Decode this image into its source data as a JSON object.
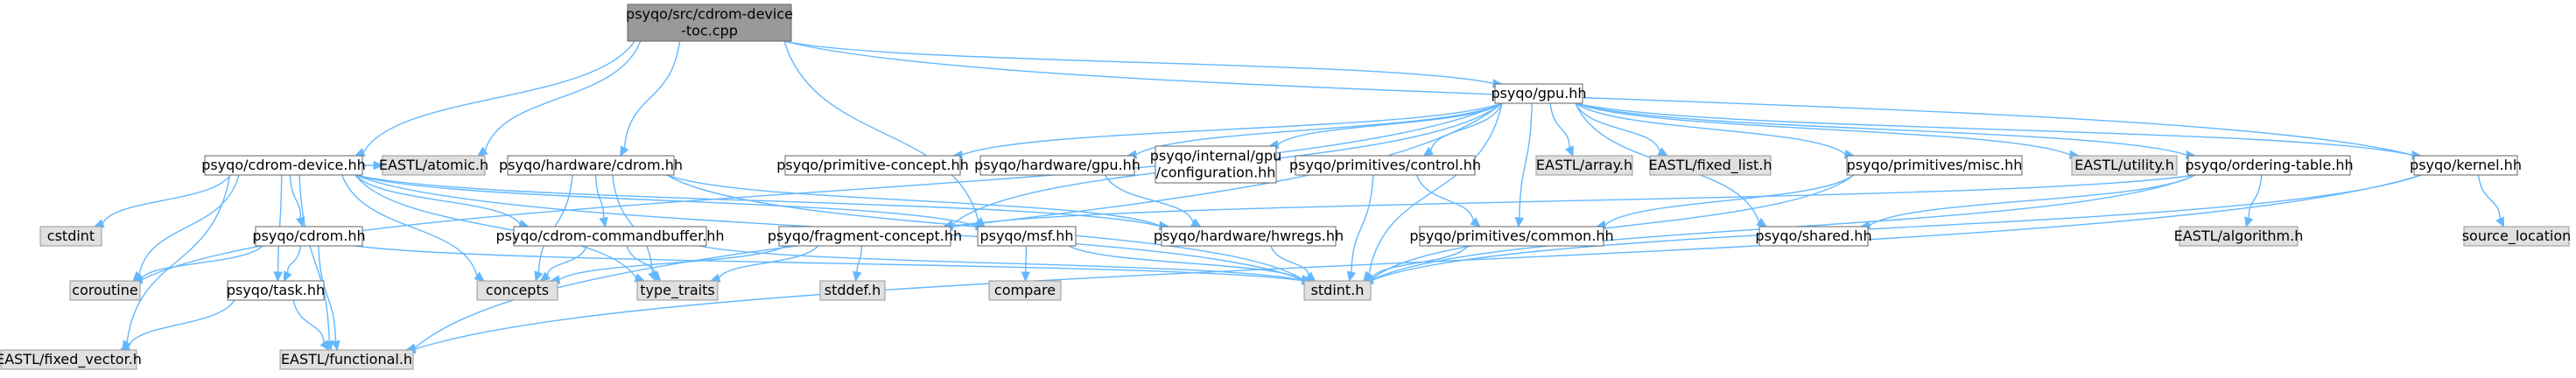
{
  "nodes": [
    {
      "id": "root",
      "lines": [
        "psyqo/src/cdrom-device",
        "-toc.cpp"
      ],
      "kind": "root"
    },
    {
      "id": "cdromdevice",
      "lines": [
        "psyqo/cdrom-device.hh"
      ],
      "kind": "doc"
    },
    {
      "id": "atomic",
      "lines": [
        "EASTL/atomic.h"
      ],
      "kind": "sys"
    },
    {
      "id": "hwcdrom",
      "lines": [
        "psyqo/hardware/cdrom.hh"
      ],
      "kind": "doc"
    },
    {
      "id": "gpu",
      "lines": [
        "psyqo/gpu.hh"
      ],
      "kind": "doc"
    },
    {
      "id": "kernel",
      "lines": [
        "psyqo/kernel.hh"
      ],
      "kind": "doc"
    },
    {
      "id": "primconcept",
      "lines": [
        "psyqo/primitive-concept.hh"
      ],
      "kind": "doc"
    },
    {
      "id": "hwgpu",
      "lines": [
        "psyqo/hardware/gpu.hh"
      ],
      "kind": "doc"
    },
    {
      "id": "internalgpu",
      "lines": [
        "psyqo/internal/gpu",
        "/configuration.hh"
      ],
      "kind": "doc"
    },
    {
      "id": "control",
      "lines": [
        "psyqo/primitives/control.hh"
      ],
      "kind": "doc"
    },
    {
      "id": "array",
      "lines": [
        "EASTL/array.h"
      ],
      "kind": "sys"
    },
    {
      "id": "fixedlist",
      "lines": [
        "EASTL/fixed_list.h"
      ],
      "kind": "sys"
    },
    {
      "id": "misc",
      "lines": [
        "psyqo/primitives/misc.hh"
      ],
      "kind": "doc"
    },
    {
      "id": "utility",
      "lines": [
        "EASTL/utility.h"
      ],
      "kind": "sys"
    },
    {
      "id": "ordering",
      "lines": [
        "psyqo/ordering-table.hh"
      ],
      "kind": "doc"
    },
    {
      "id": "cstdint",
      "lines": [
        "cstdint"
      ],
      "kind": "sys"
    },
    {
      "id": "cdrom",
      "lines": [
        "psyqo/cdrom.hh"
      ],
      "kind": "doc"
    },
    {
      "id": "cmdbuf",
      "lines": [
        "psyqo/cdrom-commandbuffer.hh"
      ],
      "kind": "doc"
    },
    {
      "id": "fragconcept",
      "lines": [
        "psyqo/fragment-concept.hh"
      ],
      "kind": "doc"
    },
    {
      "id": "msf",
      "lines": [
        "psyqo/msf.hh"
      ],
      "kind": "doc"
    },
    {
      "id": "hwregs",
      "lines": [
        "psyqo/hardware/hwregs.hh"
      ],
      "kind": "doc"
    },
    {
      "id": "common",
      "lines": [
        "psyqo/primitives/common.hh"
      ],
      "kind": "doc"
    },
    {
      "id": "shared",
      "lines": [
        "psyqo/shared.hh"
      ],
      "kind": "doc"
    },
    {
      "id": "algorithm",
      "lines": [
        "EASTL/algorithm.h"
      ],
      "kind": "sys"
    },
    {
      "id": "srcloc",
      "lines": [
        "source_location"
      ],
      "kind": "sys"
    },
    {
      "id": "coroutine",
      "lines": [
        "coroutine"
      ],
      "kind": "sys"
    },
    {
      "id": "task",
      "lines": [
        "psyqo/task.hh"
      ],
      "kind": "doc"
    },
    {
      "id": "concepts",
      "lines": [
        "concepts"
      ],
      "kind": "sys"
    },
    {
      "id": "typetraits",
      "lines": [
        "type_traits"
      ],
      "kind": "sys"
    },
    {
      "id": "stddef",
      "lines": [
        "stddef.h"
      ],
      "kind": "sys"
    },
    {
      "id": "compare",
      "lines": [
        "compare"
      ],
      "kind": "sys"
    },
    {
      "id": "stdint",
      "lines": [
        "stdint.h"
      ],
      "kind": "sys"
    },
    {
      "id": "fixedvector",
      "lines": [
        "EASTL/fixed_vector.h"
      ],
      "kind": "sys"
    },
    {
      "id": "functional",
      "lines": [
        "EASTL/functional.h"
      ],
      "kind": "sys"
    }
  ],
  "edges": [
    [
      "root",
      "cdromdevice"
    ],
    [
      "root",
      "atomic"
    ],
    [
      "root",
      "hwcdrom"
    ],
    [
      "root",
      "gpu"
    ],
    [
      "root",
      "kernel"
    ],
    [
      "root",
      "msf"
    ],
    [
      "gpu",
      "coroutine"
    ],
    [
      "gpu",
      "fragconcept"
    ],
    [
      "gpu",
      "primconcept"
    ],
    [
      "gpu",
      "hwgpu"
    ],
    [
      "gpu",
      "internalgpu"
    ],
    [
      "gpu",
      "control"
    ],
    [
      "gpu",
      "common"
    ],
    [
      "gpu",
      "array"
    ],
    [
      "gpu",
      "fixedlist"
    ],
    [
      "gpu",
      "misc"
    ],
    [
      "gpu",
      "shared"
    ],
    [
      "gpu",
      "stdint"
    ],
    [
      "gpu",
      "utility"
    ],
    [
      "gpu",
      "ordering"
    ],
    [
      "gpu",
      "kernel"
    ],
    [
      "gpu",
      "functional"
    ],
    [
      "cdromdevice",
      "cstdint"
    ],
    [
      "cdromdevice",
      "coroutine"
    ],
    [
      "cdromdevice",
      "cdrom"
    ],
    [
      "cdromdevice",
      "task"
    ],
    [
      "cdromdevice",
      "cmdbuf"
    ],
    [
      "cdromdevice",
      "msf"
    ],
    [
      "cdromdevice",
      "concepts"
    ],
    [
      "cdromdevice",
      "typetraits"
    ],
    [
      "cdromdevice",
      "fixedvector"
    ],
    [
      "cdromdevice",
      "functional"
    ],
    [
      "cdromdevice",
      "atomic"
    ],
    [
      "cdromdevice",
      "stdint"
    ],
    [
      "cdromdevice",
      "hwregs"
    ],
    [
      "hwcdrom",
      "cmdbuf"
    ],
    [
      "hwcdrom",
      "concepts"
    ],
    [
      "hwcdrom",
      "typetraits"
    ],
    [
      "hwcdrom",
      "hwregs"
    ],
    [
      "hwcdrom",
      "stdint"
    ],
    [
      "cdrom",
      "coroutine"
    ],
    [
      "cdrom",
      "task"
    ],
    [
      "cdrom",
      "stdint"
    ],
    [
      "cdrom",
      "functional"
    ],
    [
      "task",
      "fixedvector"
    ],
    [
      "task",
      "functional"
    ],
    [
      "cmdbuf",
      "concepts"
    ],
    [
      "cmdbuf",
      "typetraits"
    ],
    [
      "cmdbuf",
      "stdint"
    ],
    [
      "fragconcept",
      "concepts"
    ],
    [
      "fragconcept",
      "stddef"
    ],
    [
      "fragconcept",
      "typetraits"
    ],
    [
      "msf",
      "compare"
    ],
    [
      "msf",
      "stdint"
    ],
    [
      "hwgpu",
      "hwregs"
    ],
    [
      "hwregs",
      "stdint"
    ],
    [
      "control",
      "common"
    ],
    [
      "control",
      "stdint"
    ],
    [
      "misc",
      "common"
    ],
    [
      "misc",
      "stdint"
    ],
    [
      "common",
      "stdint"
    ],
    [
      "ordering",
      "fragconcept"
    ],
    [
      "ordering",
      "shared"
    ],
    [
      "ordering",
      "algorithm"
    ],
    [
      "ordering",
      "stdint"
    ],
    [
      "kernel",
      "srcloc"
    ],
    [
      "kernel",
      "stdint"
    ],
    [
      "kernel",
      "functional"
    ]
  ]
}
